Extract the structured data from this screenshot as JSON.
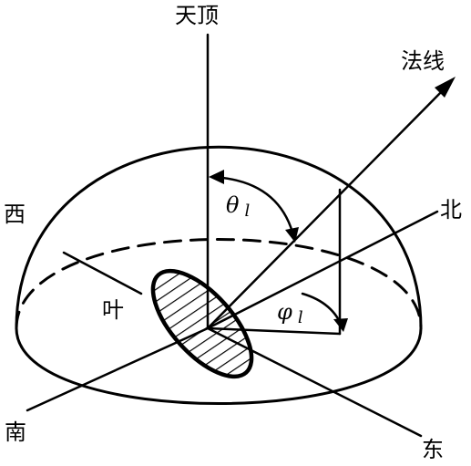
{
  "labels": {
    "zenith": "天顶",
    "normal": "法线",
    "west": "西",
    "north": "北",
    "leaf": "叶",
    "south": "南",
    "east": "东"
  },
  "angles": {
    "theta_symbol": "θ",
    "theta_subscript": "l",
    "phi_symbol": "φ",
    "phi_subscript": "l"
  },
  "colors": {
    "ink": "#000000",
    "background": "#ffffff"
  }
}
